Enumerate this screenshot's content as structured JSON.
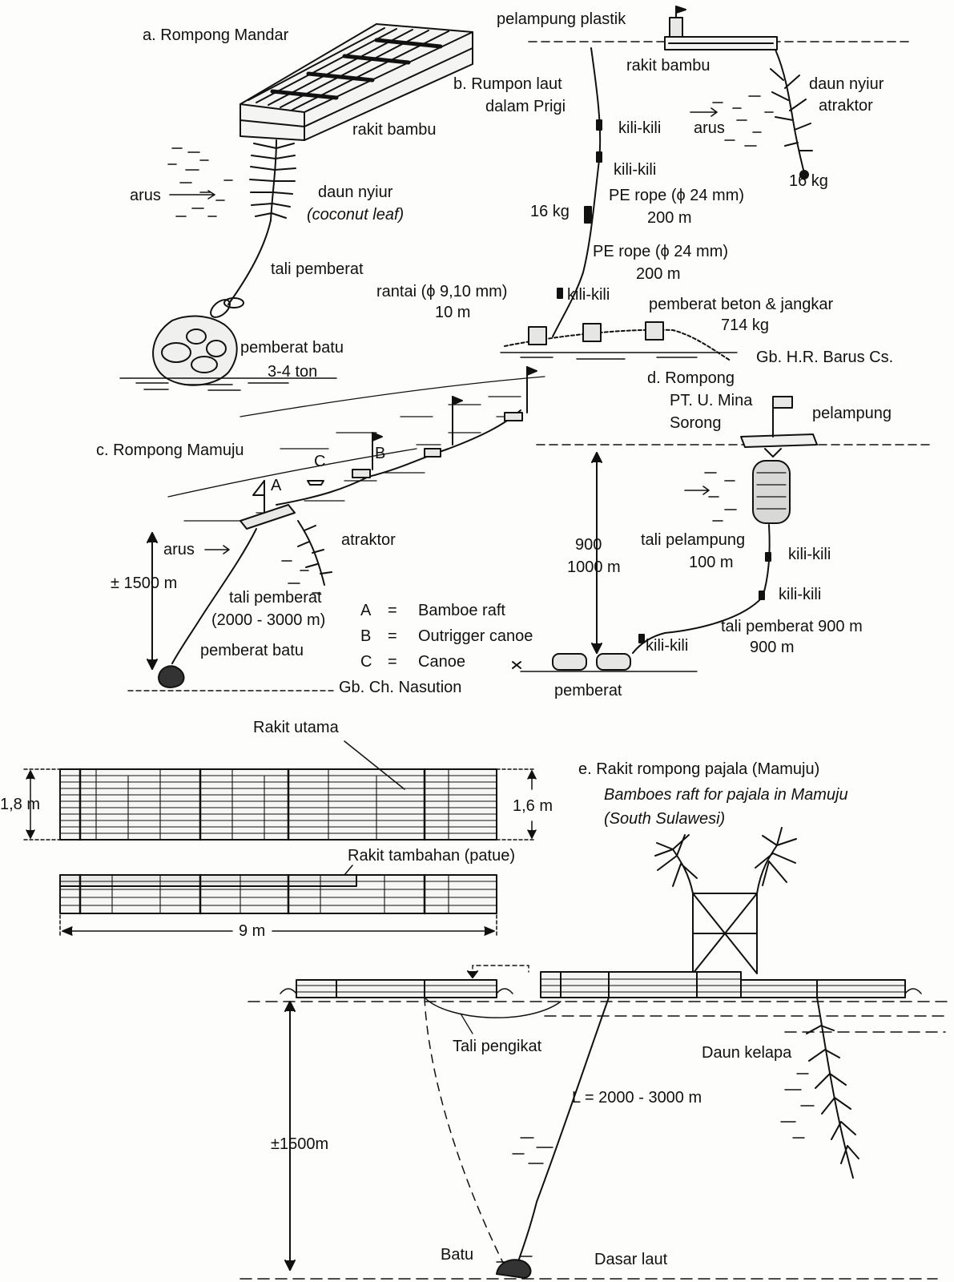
{
  "panel_a": {
    "title": "a.  Rompong Mandar",
    "raft": "rakit bambu",
    "leaf": "daun nyiur",
    "leaf_en": "(coconut leaf)",
    "current": "arus",
    "rope": "tali pemberat",
    "weight": "pemberat batu",
    "weight_mass": "3-4 ton"
  },
  "panel_b": {
    "buoy": "pelampung plastik",
    "title_1": "b. Rumpon laut",
    "title_2": "dalam Prigi",
    "raft": "rakit bambu",
    "attractor_1": "daun nyiur",
    "attractor_2": "atraktor",
    "current": "arus",
    "attractor_weight": "16 kg",
    "swivel_1": "kili-kili",
    "swivel_2": "kili-kili",
    "rope_1": "PE rope (ϕ 24 mm)",
    "rope_1_len": "200 m",
    "mid_weight": "16 kg",
    "rope_2": "PE rope (ϕ 24 mm)",
    "rope_2_len": "200 m",
    "chain": "rantai (ϕ 9,10 mm)",
    "chain_len": "10 m",
    "swivel_3": "kili-kili",
    "anchor": "pemberat beton & jangkar",
    "anchor_mass": "714 kg",
    "credit": "Gb. H.R. Barus Cs."
  },
  "panel_c": {
    "title": "c.  Rompong Mamuju",
    "letter_a": "A",
    "letter_b": "B",
    "letter_c": "C",
    "current": "arus",
    "depth": "± 1500 m",
    "attractor": "atraktor",
    "rope": "tali pemberat",
    "rope_len": "(2000 - 3000 m)",
    "weight": "pemberat batu",
    "legend": [
      {
        "key": "A",
        "eq": "=",
        "value": "Bamboe raft"
      },
      {
        "key": "B",
        "eq": "=",
        "value": "Outrigger canoe"
      },
      {
        "key": "C",
        "eq": "=",
        "value": "Canoe"
      }
    ],
    "credit": "Gb. Ch. Nasution"
  },
  "panel_d": {
    "title_1": "d.  Rompong",
    "title_2": "PT. U. Mina",
    "title_3": "Sorong",
    "buoy": "pelampung",
    "depth_1": "900",
    "depth_2": "1000 m",
    "buoy_rope": "tali pelampung",
    "buoy_rope_len": "100 m",
    "swivel_1": "kili-kili",
    "swivel_2": "kili-kili",
    "weight_rope": "tali pemberat 900 m",
    "weight_rope_len": "900 m",
    "swivel_3": "kili-kili",
    "weight": "pemberat"
  },
  "panel_e": {
    "main_raft": "Rakit utama",
    "height_left": "1,8 m",
    "height_right": "1,6 m",
    "extra_raft": "Rakit tambahan (patue)",
    "length": "9 m",
    "title": "e.  Rakit rompong pajala (Mamuju)",
    "title_en_1": "Bamboes raft for pajala in Mamuju",
    "title_en_2": "(South Sulawesi)",
    "binding_rope": "Tali pengikat",
    "leaf": "Daun kelapa",
    "rope_len": "L = 2000 - 3000 m",
    "depth": "±1500m",
    "stone": "Batu",
    "seabed": "Dasar laut"
  }
}
